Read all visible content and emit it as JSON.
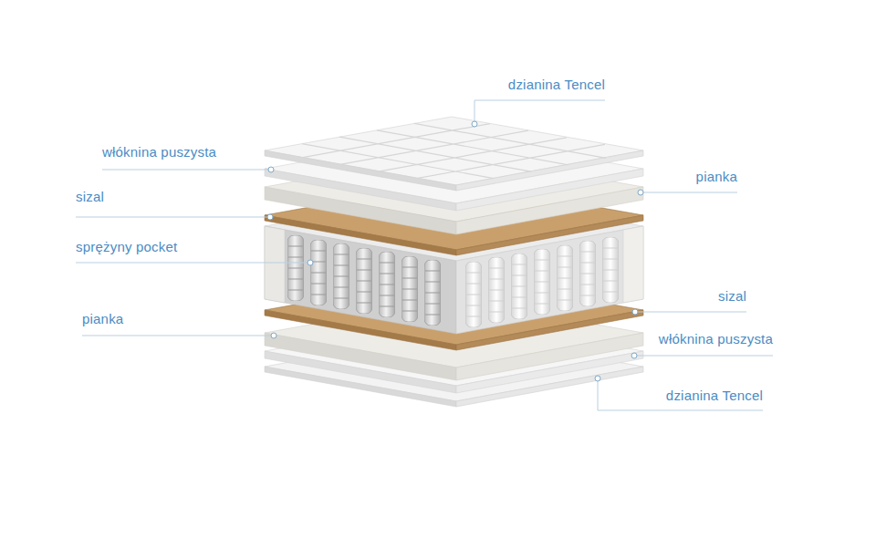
{
  "diagram": {
    "labels": [
      "dzianina Tencel",
      "włóknina puszysta",
      "pianka",
      "sizal",
      "sprężyny pocket",
      "sizal",
      "pianka",
      "włóknina puszysta",
      "dzianina Tencel"
    ]
  }
}
